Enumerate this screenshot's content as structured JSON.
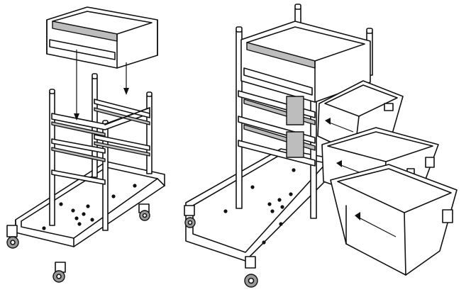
{
  "figure": {
    "panels": [
      {
        "id": "left",
        "label": "",
        "description_key": "trolley-with-top-tray-being-inserted"
      },
      {
        "id": "right",
        "label": "",
        "description_key": "assembled-trolley-with-bins-sliding-in"
      }
    ],
    "colors": {
      "line": "#111111",
      "fill": "#ffffff",
      "shade": "#bdbdbd",
      "dark_shade": "#9a9a9a"
    }
  }
}
